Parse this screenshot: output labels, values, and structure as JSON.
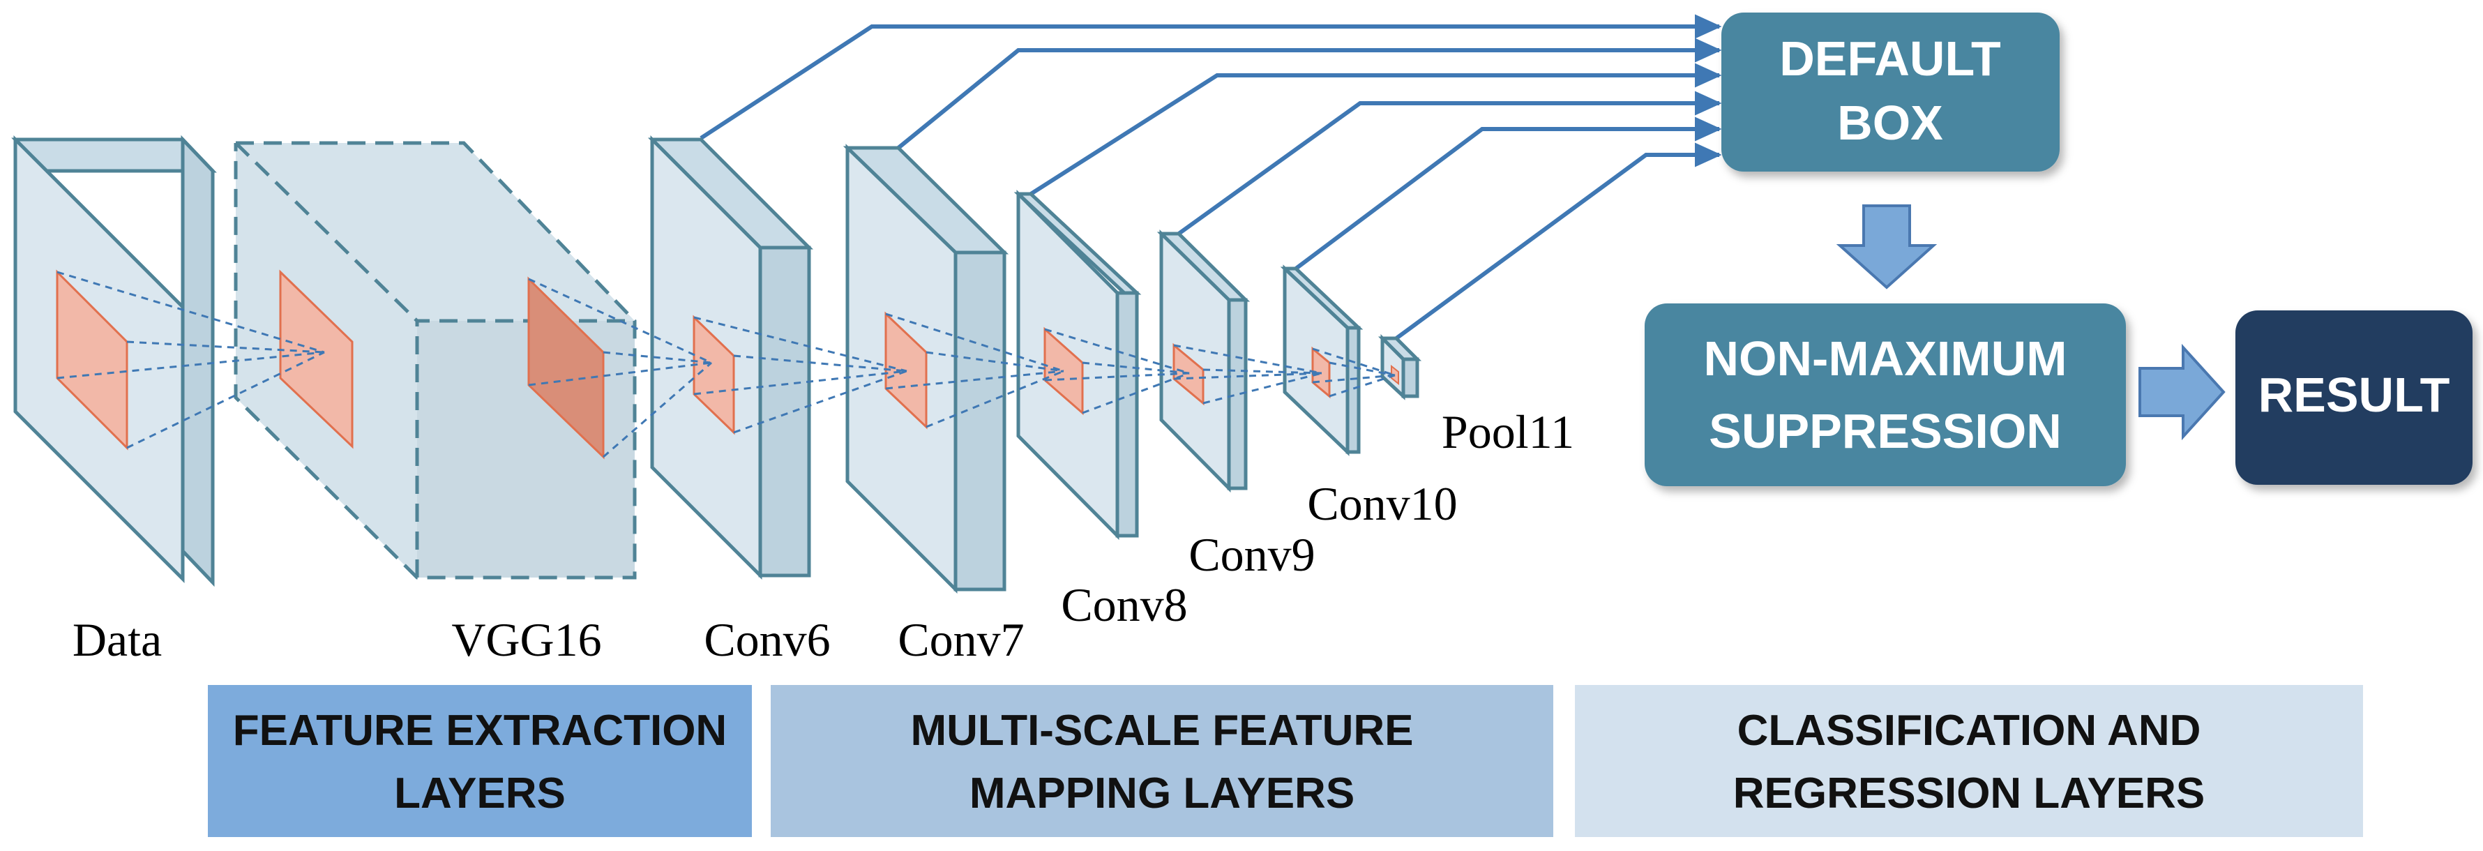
{
  "layers": [
    {
      "id": "data",
      "label": "Data"
    },
    {
      "id": "vgg16",
      "label": "VGG16"
    },
    {
      "id": "conv6",
      "label": "Conv6"
    },
    {
      "id": "conv7",
      "label": "Conv7"
    },
    {
      "id": "conv8",
      "label": "Conv8"
    },
    {
      "id": "conv9",
      "label": "Conv9"
    },
    {
      "id": "conv10",
      "label": "Conv10"
    },
    {
      "id": "pool11",
      "label": "Pool11"
    }
  ],
  "boxes": {
    "default_box": {
      "line1": "DEFAULT",
      "line2": "BOX"
    },
    "nms": {
      "line1": "NON-MAXIMUM",
      "line2": "SUPPRESSION"
    },
    "result": {
      "line1": "RESULT"
    }
  },
  "bands": {
    "feature_extraction": {
      "line1": "FEATURE EXTRACTION",
      "line2": "LAYERS"
    },
    "multi_scale": {
      "line1": "MULTI-SCALE FEATURE",
      "line2": "MAPPING LAYERS"
    },
    "classification": {
      "line1": "CLASSIFICATION AND",
      "line2": "REGRESSION LAYERS"
    }
  },
  "colors": {
    "connector": "#3f78b4",
    "box_teal": "#4a86a0",
    "box_dark": "#213c61",
    "band_1": "#7dabdc",
    "band_2": "#a9c4df",
    "band_3": "#d3e1ee",
    "layer_front": "#dbe7ef",
    "layer_side": "#bcd2de",
    "layer_stroke": "#4f8396",
    "patch_fill": "#f2b8a8",
    "patch_stroke": "#e1704e"
  }
}
